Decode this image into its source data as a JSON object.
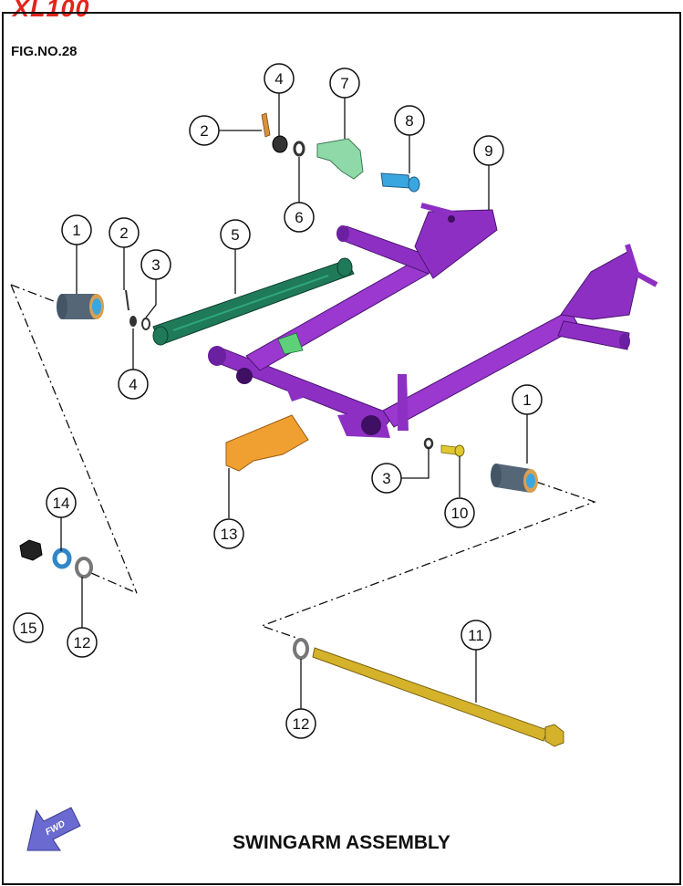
{
  "header": {
    "brand": "XL100",
    "figure_no": "FIG.NO.28"
  },
  "title": "SWINGARM ASSEMBLY",
  "fwd_label": "FWD",
  "callouts": [
    {
      "id": "c1a",
      "num": "1"
    },
    {
      "id": "c1b",
      "num": "1"
    },
    {
      "id": "c2a",
      "num": "2"
    },
    {
      "id": "c2b",
      "num": "2"
    },
    {
      "id": "c3a",
      "num": "3"
    },
    {
      "id": "c3b",
      "num": "3"
    },
    {
      "id": "c4a",
      "num": "4"
    },
    {
      "id": "c4b",
      "num": "4"
    },
    {
      "id": "c5",
      "num": "5"
    },
    {
      "id": "c6",
      "num": "6"
    },
    {
      "id": "c7",
      "num": "7"
    },
    {
      "id": "c8",
      "num": "8"
    },
    {
      "id": "c9",
      "num": "9"
    },
    {
      "id": "c10",
      "num": "10"
    },
    {
      "id": "c11",
      "num": "11"
    },
    {
      "id": "c12a",
      "num": "12"
    },
    {
      "id": "c12b",
      "num": "12"
    },
    {
      "id": "c13",
      "num": "13"
    },
    {
      "id": "c14",
      "num": "14"
    },
    {
      "id": "c15",
      "num": "15"
    }
  ],
  "colors": {
    "frame": "#8e2fc4",
    "frame_dark": "#5d1c86",
    "link": "#1f7a5a",
    "bracket": "#8fd9a8",
    "bolt8": "#3aa6e0",
    "axle": "#d4b22a",
    "guard": "#f0a030",
    "bushing": "#556677",
    "washer": "#333333",
    "nut": "#222222",
    "blue_washer": "#2f86c9",
    "fwd_arrow": "#6a6ad0",
    "brand": "#e3241b"
  }
}
